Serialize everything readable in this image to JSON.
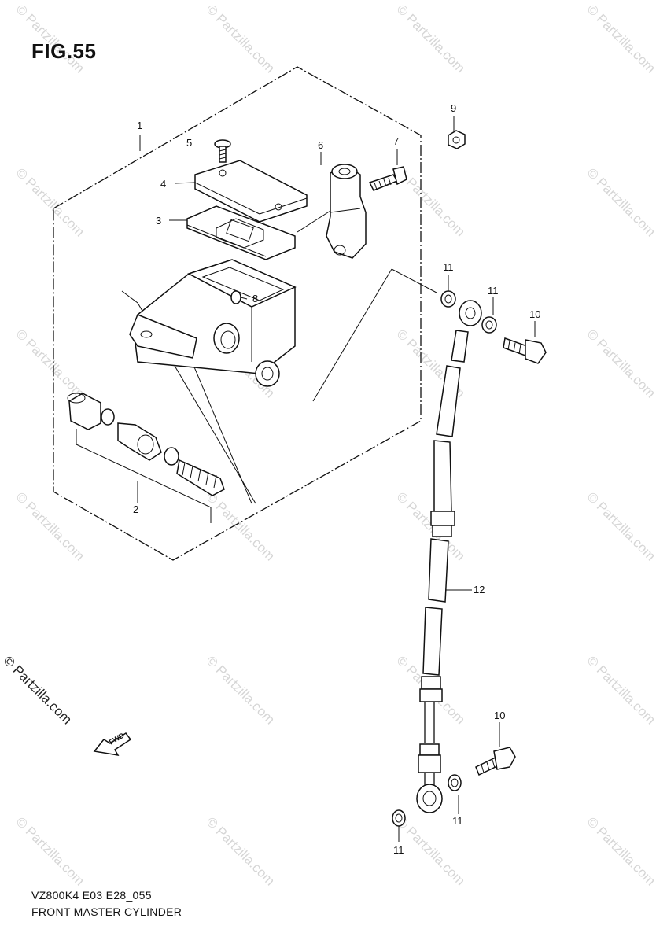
{
  "figure": {
    "title": "FIG.55",
    "code": "VZ800K4 E03 E28_055",
    "caption": "FRONT MASTER CYLINDER"
  },
  "callouts": {
    "c1": "1",
    "c2": "2",
    "c3": "3",
    "c4": "4",
    "c5": "5",
    "c6": "6",
    "c7": "7",
    "c8": "8",
    "c9": "9",
    "c10a": "10",
    "c10b": "10",
    "c11a": "11",
    "c11b": "11",
    "c11c": "11",
    "c11d": "11",
    "c12": "12"
  },
  "watermark": {
    "text": "© Partzilla.com",
    "logo_text": "© Partzilla.com",
    "color": "#d6d6d6"
  },
  "fwd_badge": "FWD"
}
